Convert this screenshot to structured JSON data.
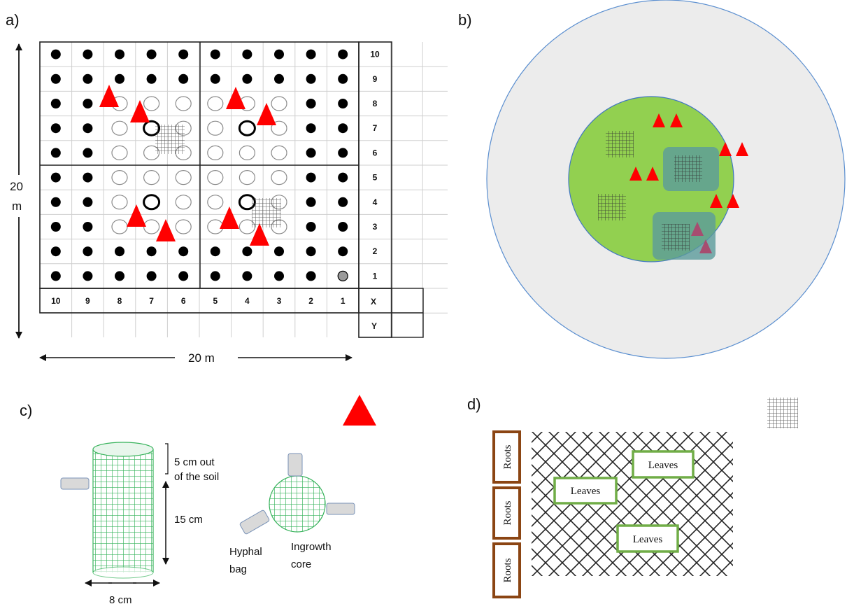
{
  "panels": {
    "a": "a)",
    "b": "b)",
    "c": "c)",
    "d": "d)"
  },
  "panel_a": {
    "y_dimension": [
      "20",
      "m"
    ],
    "x_dimension": "20 m",
    "row_labels": [
      "10",
      "9",
      "8",
      "7",
      "6",
      "5",
      "4",
      "3",
      "2",
      "1"
    ],
    "col_labels": [
      "10",
      "9",
      "8",
      "7",
      "6",
      "5",
      "4",
      "3",
      "2",
      "1"
    ],
    "x_key": "X",
    "y_key": "Y"
  },
  "panel_c": {
    "height_above": "5 cm out",
    "height_above2": "of the soil",
    "height_below": "15 cm",
    "width": "8 cm",
    "hyphal_bag": [
      "Hyphal",
      "bag"
    ],
    "ingrowth_core": [
      "Ingrowth",
      "core"
    ]
  },
  "panel_d": {
    "roots": [
      "Roots",
      "Roots",
      "Roots"
    ],
    "leaves": [
      "Leaves",
      "Leaves",
      "Leaves"
    ]
  },
  "colors": {
    "triangle": "#ff0000",
    "inner_circle": "#92d050",
    "outer_circle": "#ececec",
    "teal_box": "#5b9b9b",
    "root_box": "#8b4513",
    "leaf_box": "#70ad47",
    "core_mesh": "#2fb35a"
  }
}
